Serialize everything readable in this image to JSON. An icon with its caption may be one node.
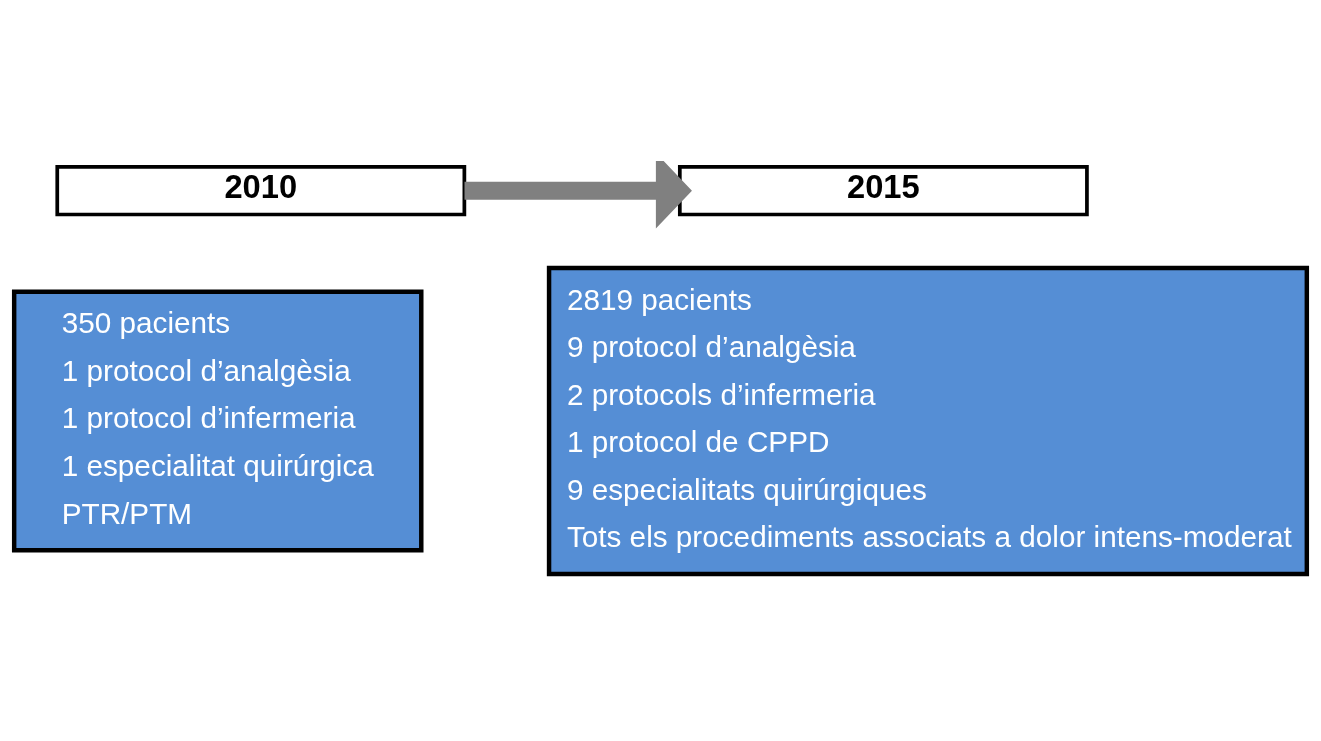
{
  "diagram": {
    "nodes": [
      {
        "text": [
          "2010"
        ]
      },
      {
        "text": [
          "2015"
        ]
      },
      {
        "text": [
          "350 pacients",
          "1 protocol d’analgèsia",
          "1 protocol d’infermeria",
          "1 especialitat quirúrgica",
          "PTR/PTM"
        ]
      },
      {
        "text": [
          "2819 pacients",
          "9 protocol d’analgèsia",
          "2 protocols d’infermeria",
          "1 protocol de CPPD",
          "9 especialitats quirúrgiques",
          "Tots els procediments associats a dolor intens-moderat"
        ]
      }
    ],
    "edges": [
      {
        "from": 0,
        "to": 1,
        "arrow": "to",
        "color": "#808080"
      }
    ]
  }
}
